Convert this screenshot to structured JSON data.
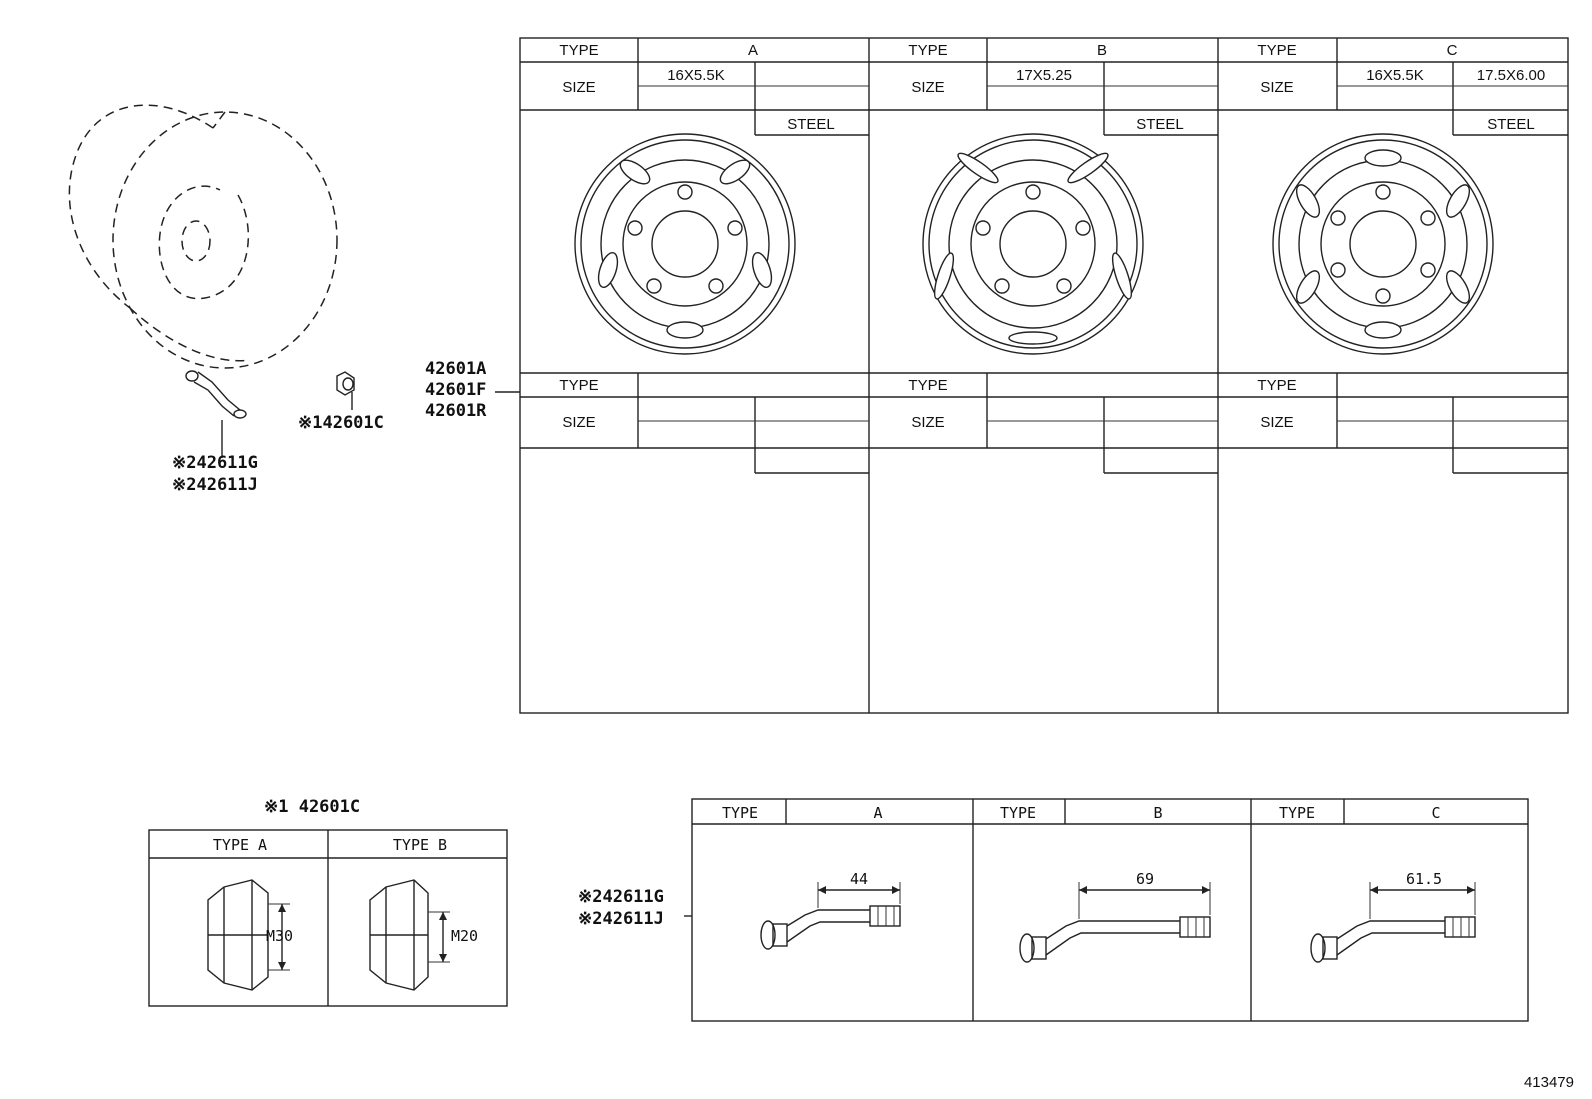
{
  "wheel_table": {
    "header_type": "TYPE",
    "header_size": "SIZE",
    "columns": [
      {
        "type": "A",
        "size_1": "16X5.5K",
        "size_2": "",
        "material": "STEEL"
      },
      {
        "type": "B",
        "size_1": "17X5.25",
        "size_2": "",
        "material": "STEEL"
      },
      {
        "type": "C",
        "size_1": "16X5.5K",
        "size_2": "17.5X6.00",
        "material": "STEEL"
      }
    ],
    "empty_row": {
      "type_label": "TYPE",
      "size_label": "SIZE"
    }
  },
  "callouts": {
    "wheel_parts": [
      "42601A",
      "42601F",
      "42601R"
    ],
    "nut_part": "※142601C",
    "valve_parts": [
      "※242611G",
      "※242611J"
    ]
  },
  "nut_table": {
    "title": "※1 42601C",
    "type_a": {
      "label": "TYPE A",
      "thread": "M30"
    },
    "type_b": {
      "label": "TYPE B",
      "thread": "M20"
    }
  },
  "valve_table": {
    "callouts": [
      "※242611G",
      "※242611J"
    ],
    "type_label": "TYPE",
    "columns": [
      {
        "type": "A",
        "length": "44"
      },
      {
        "type": "B",
        "length": "69"
      },
      {
        "type": "C",
        "length": "61.5"
      }
    ]
  },
  "illustration_number": "413479"
}
